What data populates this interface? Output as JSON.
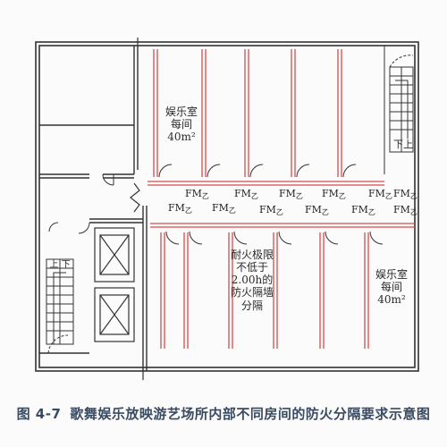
{
  "plan": {
    "room_top": {
      "line1": "娱乐室",
      "line2": "每间40m²"
    },
    "room_bottom": {
      "line1": "娱乐室",
      "line2": "每间40m²"
    },
    "wall_note": {
      "lines": [
        "耐火极限",
        "不低于",
        "2.00h的",
        "防火隔墙",
        "分隔"
      ]
    },
    "stair_right_label": "下上",
    "stair_left_label": "上 下",
    "fm_main": "FM",
    "fm_sub": "乙"
  },
  "caption": {
    "figure_no": "图 4-7",
    "title": "歌舞娱乐放映游艺场所内部不同房间的防火分隔要求示意图"
  },
  "colors": {
    "wall": "#333333",
    "fire_partition": "#d94a4a",
    "caption": "#3a4a60"
  }
}
